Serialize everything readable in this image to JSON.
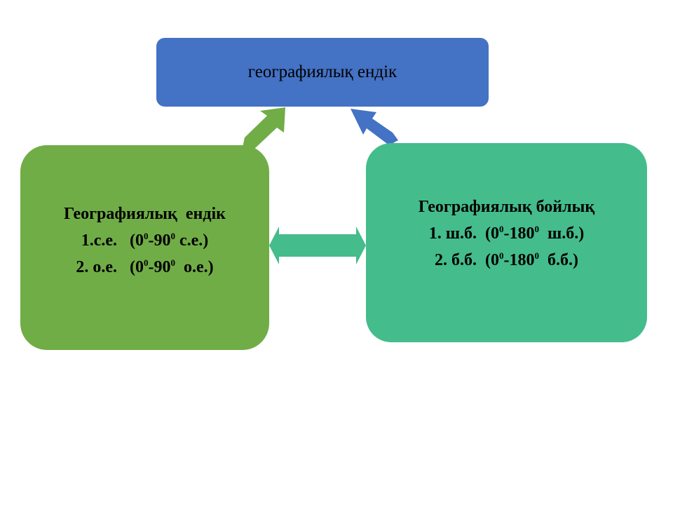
{
  "top_node": {
    "label": "географиялық ендік"
  },
  "left_node": {
    "title": "Географиялық  ендік",
    "line1": {
      "prefix": "1.с.е.   (0",
      "sup1": "0",
      "mid": "-90",
      "sup2": "0",
      "suffix": " с.е.)"
    },
    "line2": {
      "prefix": "2. о.е.   (0",
      "sup1": "0",
      "mid": "-90",
      "sup2": "0",
      "suffix": "  о.е.)"
    }
  },
  "right_node": {
    "title": "Географиялық бойлық",
    "line1": {
      "prefix": "1. ш.б.  (0",
      "sup1": "0",
      "mid": "-180",
      "sup2": "0",
      "suffix": "  ш.б.)"
    },
    "line2": {
      "prefix": "2. б.б.  (0",
      "sup1": "0",
      "mid": "-180",
      "sup2": "0",
      "suffix": "  б.б.)"
    }
  },
  "colors": {
    "top_node": "#4472c4",
    "left_node": "#70ad47",
    "right_node": "#44bc8c",
    "arrow_left": "#70ad47",
    "arrow_right": "#4472c4",
    "arrow_middle": "#44bc8c"
  },
  "icons": {
    "arrow_top_left": "double-arrow-icon",
    "arrow_top_right": "double-arrow-icon",
    "arrow_middle": "double-arrow-icon"
  }
}
